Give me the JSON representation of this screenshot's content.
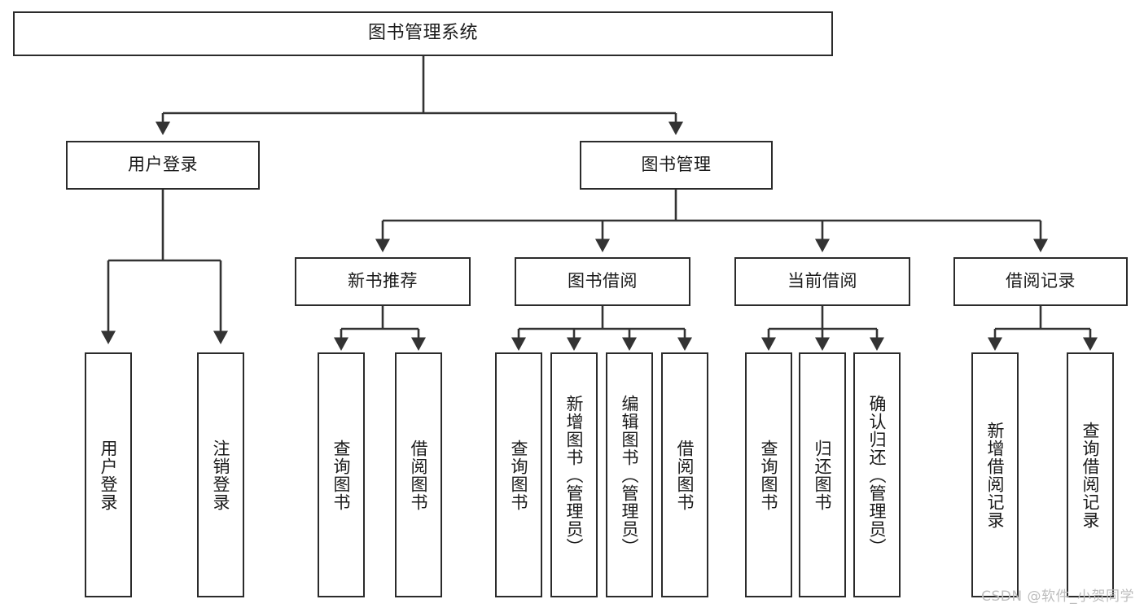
{
  "diagram": {
    "title": "图书管理系统",
    "type": "hierarchy-tree",
    "watermark": "CSDN @软件_小贺同学",
    "colors": {
      "background": "#ffffff",
      "box_border": "#2b2b2b",
      "box_fill": "#ffffff",
      "connector": "#333333",
      "watermark": "#bdbdbd"
    },
    "levels": {
      "root": {
        "label": "图书管理系统"
      },
      "level2": [
        {
          "label": "用户登录"
        },
        {
          "label": "图书管理"
        }
      ],
      "level3": [
        {
          "label": "新书推荐"
        },
        {
          "label": "图书借阅"
        },
        {
          "label": "当前借阅"
        },
        {
          "label": "借阅记录"
        }
      ],
      "leaves": {
        "user_login": [
          {
            "label": "用户登录"
          },
          {
            "label": "注销登录"
          }
        ],
        "new_book_recommend": [
          {
            "label": "查询图书"
          },
          {
            "label": "借阅图书"
          }
        ],
        "book_borrow": [
          {
            "label": "查询图书"
          },
          {
            "label": "新增图书（管理员）"
          },
          {
            "label": "编辑图书（管理员）"
          },
          {
            "label": "借阅图书"
          }
        ],
        "current_borrow": [
          {
            "label": "查询图书"
          },
          {
            "label": "归还图书"
          },
          {
            "label": "确认归还（管理员）"
          }
        ],
        "borrow_record": [
          {
            "label": "新增借阅记录"
          },
          {
            "label": "查询借阅记录"
          }
        ]
      }
    }
  }
}
